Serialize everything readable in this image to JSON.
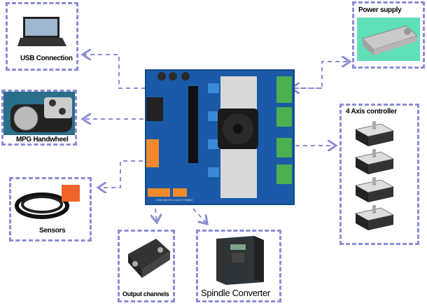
{
  "diagram": {
    "title": "USB Mach3 4-Axis CNC Controller Connection Diagram",
    "board": {
      "label": "USB MACH3 4-AXIS-TB6560"
    },
    "components": [
      {
        "id": "usb",
        "label": "USB Connection",
        "icon": "laptop-icon"
      },
      {
        "id": "power",
        "label": "Power supply",
        "icon": "power-supply-icon"
      },
      {
        "id": "mpg",
        "label": "MPG Handwheel",
        "icon": "handwheel-icon"
      },
      {
        "id": "axis",
        "label": "4 Axis controller",
        "icon": "stepper-motor-icon",
        "count": 4
      },
      {
        "id": "sensors",
        "label": "Sensors",
        "icon": "proximity-sensor-icon"
      },
      {
        "id": "output",
        "label": "Output channels",
        "icon": "solid-state-relay-icon"
      },
      {
        "id": "spindle",
        "label": "Spindle Converter",
        "icon": "vfd-icon"
      }
    ],
    "colors": {
      "dash": "#8c8cd6",
      "board": "#1a5aa8",
      "terminal_green": "#4caf50",
      "terminal_orange": "#f08a2c"
    }
  }
}
